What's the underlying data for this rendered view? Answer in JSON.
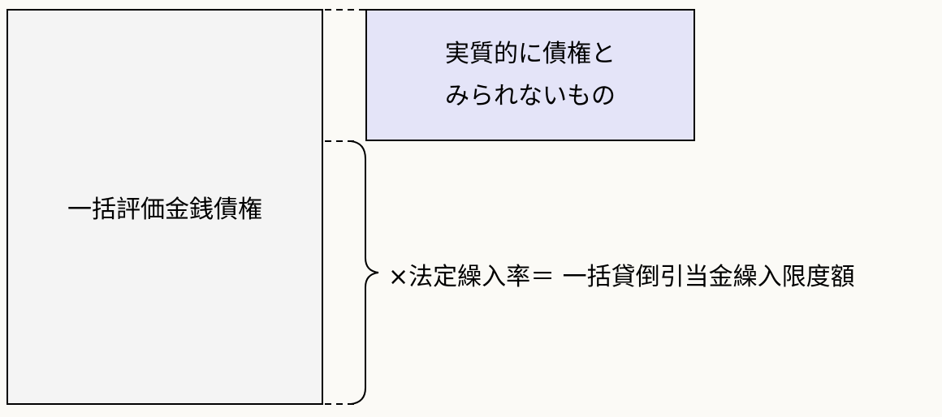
{
  "left_box": {
    "label": "一括評価金銭債権"
  },
  "top_box": {
    "line1": "実質的に債権と",
    "line2": "みられないもの"
  },
  "formula": {
    "text": "×法定繰入率＝ 一括貸倒引当金繰入限度額"
  }
}
